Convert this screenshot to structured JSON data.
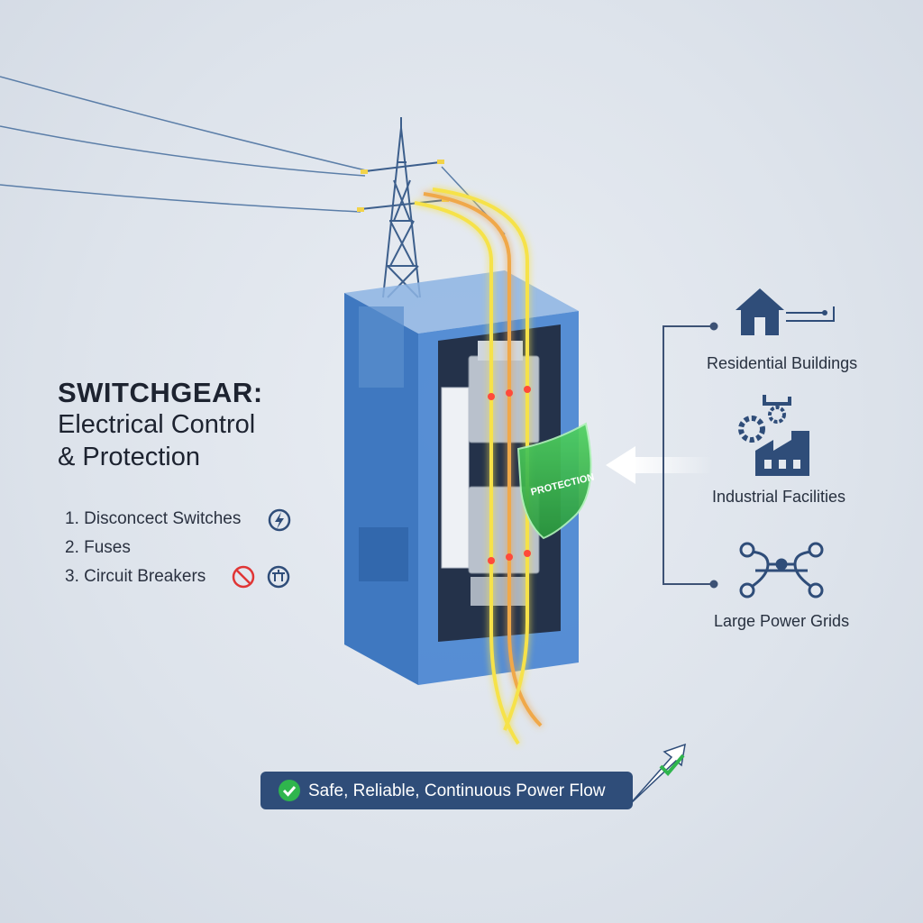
{
  "title": {
    "line1": "SWITCHGEAR:",
    "line2": "Electrical Control",
    "line3": "& Protection"
  },
  "components": [
    {
      "label": "1. Disconcect Switches",
      "icon": "lightning-circle-icon"
    },
    {
      "label": "2. Fuses",
      "icon": ""
    },
    {
      "label": "3. Circuit Breakers",
      "icon": "no-entry-icon, breaker-circle-icon"
    }
  ],
  "shield": {
    "label": "PROTECTION"
  },
  "applications": [
    {
      "label": "Residential Buildings",
      "icon": "house-icon"
    },
    {
      "label": "Industrial Facilities",
      "icon": "factory-gear-icon"
    },
    {
      "label": "Large Power Grids",
      "icon": "network-grid-icon"
    }
  ],
  "banner": {
    "label": "Safe, Reliable, Continuous Power Flow",
    "icon": "check-icon"
  },
  "colors": {
    "cabinet_blue": "#4a86d1",
    "navy": "#2f4d79",
    "current_yellow": "#f6e24a",
    "current_red": "#ef5a4a",
    "shield_green": "#38b84d",
    "background": "#e3e8ef"
  }
}
